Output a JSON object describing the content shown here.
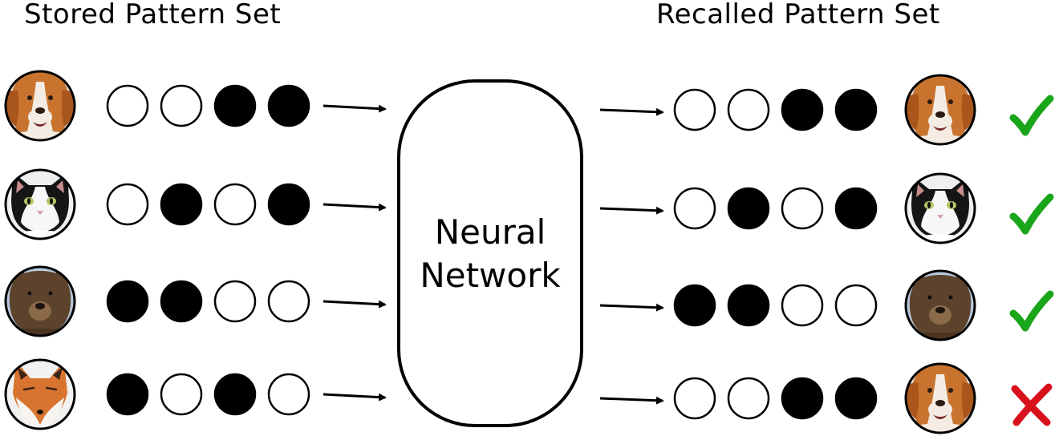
{
  "titles": {
    "stored": "Stored Pattern Set",
    "recalled": "Recalled Pattern Set"
  },
  "network": {
    "line1": "Neural",
    "line2": "Network"
  },
  "colors": {
    "filled": "#000000",
    "empty": "#ffffff",
    "check": "#1aa51a",
    "cross": "#d8111c"
  },
  "rows": [
    {
      "input_animal": "dog",
      "input_pattern": [
        0,
        0,
        1,
        1
      ],
      "output_pattern": [
        0,
        0,
        1,
        1
      ],
      "output_animal": "dog",
      "result": "check"
    },
    {
      "input_animal": "cat",
      "input_pattern": [
        0,
        1,
        0,
        1
      ],
      "output_pattern": [
        0,
        1,
        0,
        1
      ],
      "output_animal": "cat",
      "result": "check"
    },
    {
      "input_animal": "bear",
      "input_pattern": [
        1,
        1,
        0,
        0
      ],
      "output_pattern": [
        1,
        1,
        0,
        0
      ],
      "output_animal": "bear",
      "result": "check"
    },
    {
      "input_animal": "fox",
      "input_pattern": [
        1,
        0,
        1,
        0
      ],
      "output_pattern": [
        0,
        0,
        1,
        1
      ],
      "output_animal": "dog",
      "result": "cross"
    }
  ]
}
